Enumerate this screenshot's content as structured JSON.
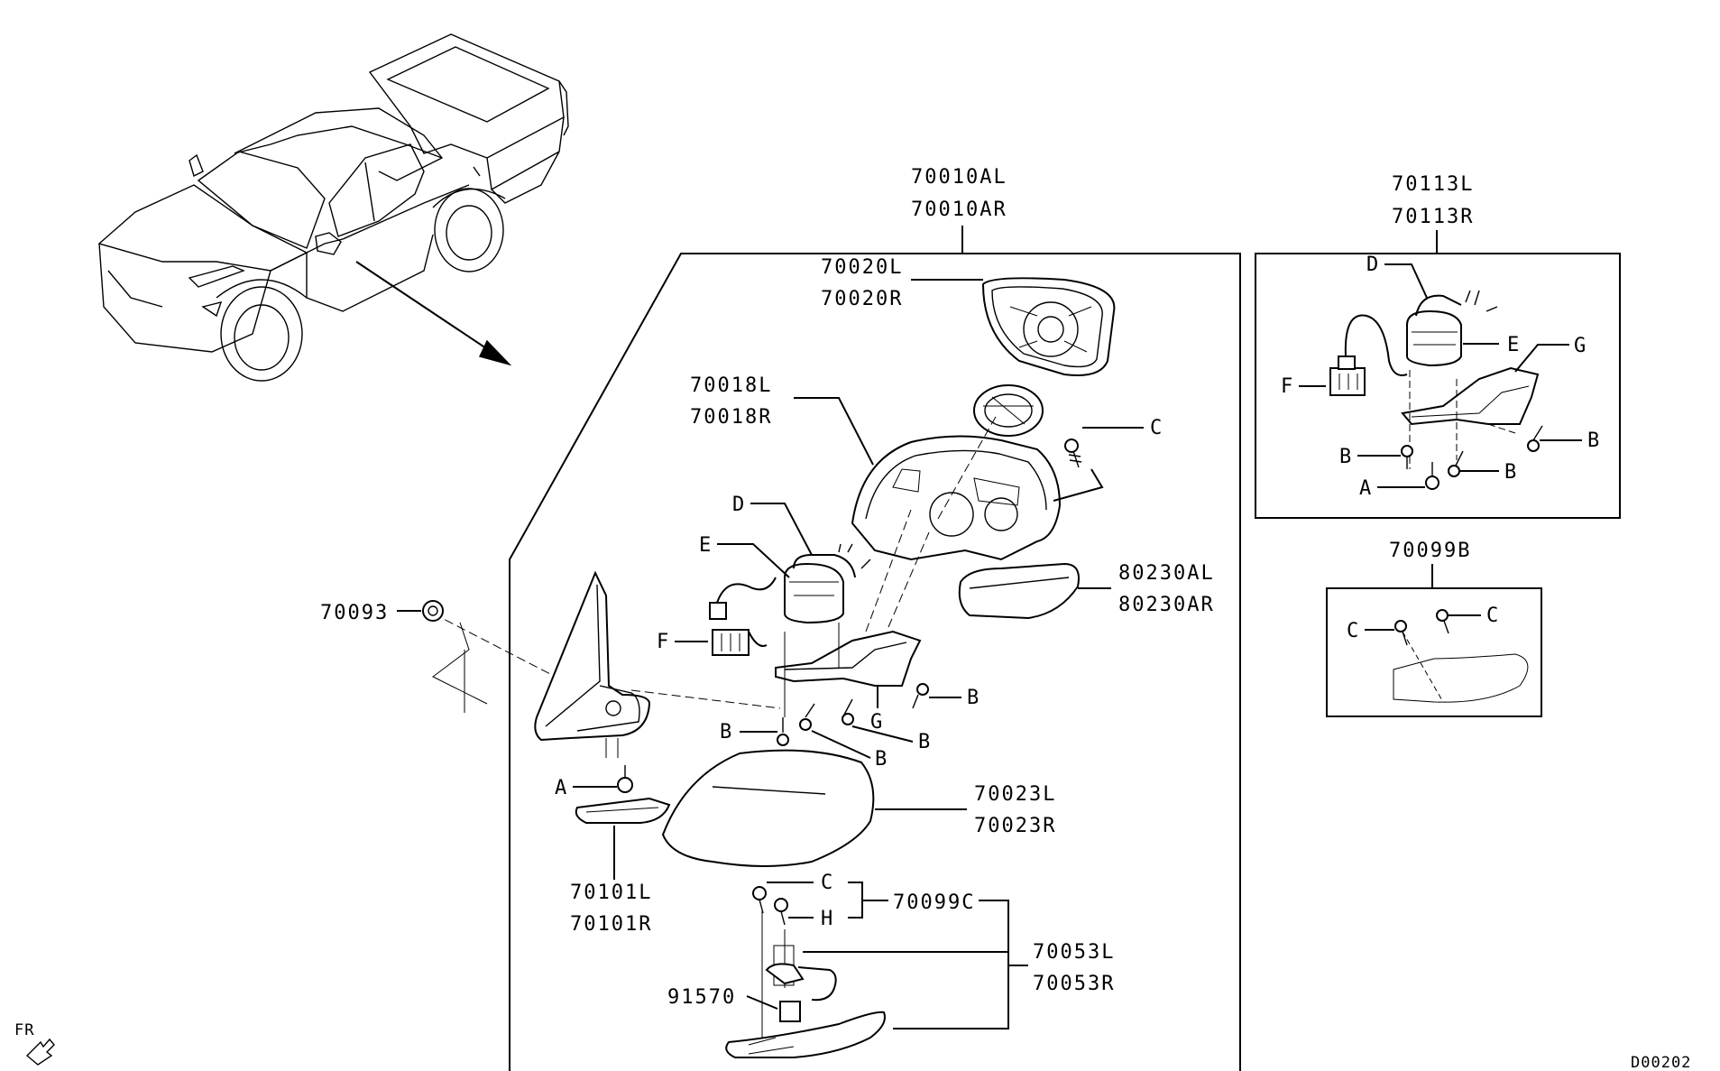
{
  "diagram_id": "D00202",
  "direction_marker": "FR",
  "callouts": {
    "main_assembly": [
      "70010AL",
      "70010AR"
    ],
    "mirror_glass": [
      "70020L",
      "70020R"
    ],
    "mirror_housing": [
      "70018L",
      "70018R"
    ],
    "turn_lamp": [
      "80230AL",
      "80230AR"
    ],
    "mirror_cover": [
      "70023L",
      "70023R"
    ],
    "base_cover": [
      "70101L",
      "70101R"
    ],
    "lamp_assy": [
      "70053L",
      "70053R"
    ],
    "screw_kit": "70099C",
    "grommet": "70093",
    "socket": "91570",
    "motor_assembly": [
      "70113L",
      "70113R"
    ],
    "lamp_screw_kit": "70099B"
  },
  "letters": {
    "A": "A",
    "B": "B",
    "C": "C",
    "D": "D",
    "E": "E",
    "F": "F",
    "G": "G",
    "H": "H"
  }
}
